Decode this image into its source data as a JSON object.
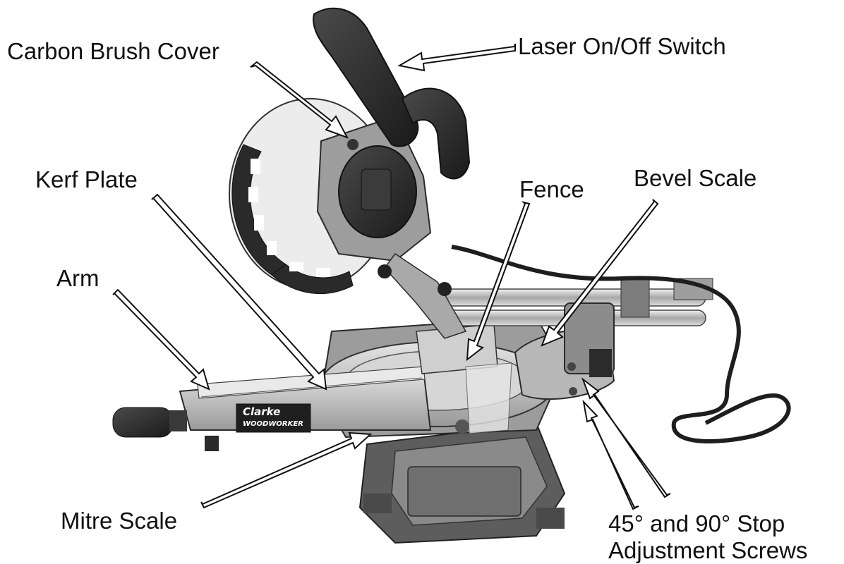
{
  "labels": {
    "carbon_brush_cover": "Carbon Brush Cover",
    "laser_switch": "Laser On/Off Switch",
    "kerf_plate": "Kerf Plate",
    "fence": "Fence",
    "bevel_scale": "Bevel Scale",
    "arm": "Arm",
    "mitre_scale": "Mitre Scale",
    "stop_screws_line1": "45° and 90° Stop",
    "stop_screws_line2": "Adjustment Screws"
  },
  "logo": {
    "brand": "Clarke",
    "subbrand": "WOODWORKER"
  },
  "colors": {
    "background": "#ffffff",
    "text": "#111111",
    "machine_dark": "#2b2b2b",
    "machine_mid": "#7a7a7a",
    "machine_light": "#c9c9c9"
  }
}
